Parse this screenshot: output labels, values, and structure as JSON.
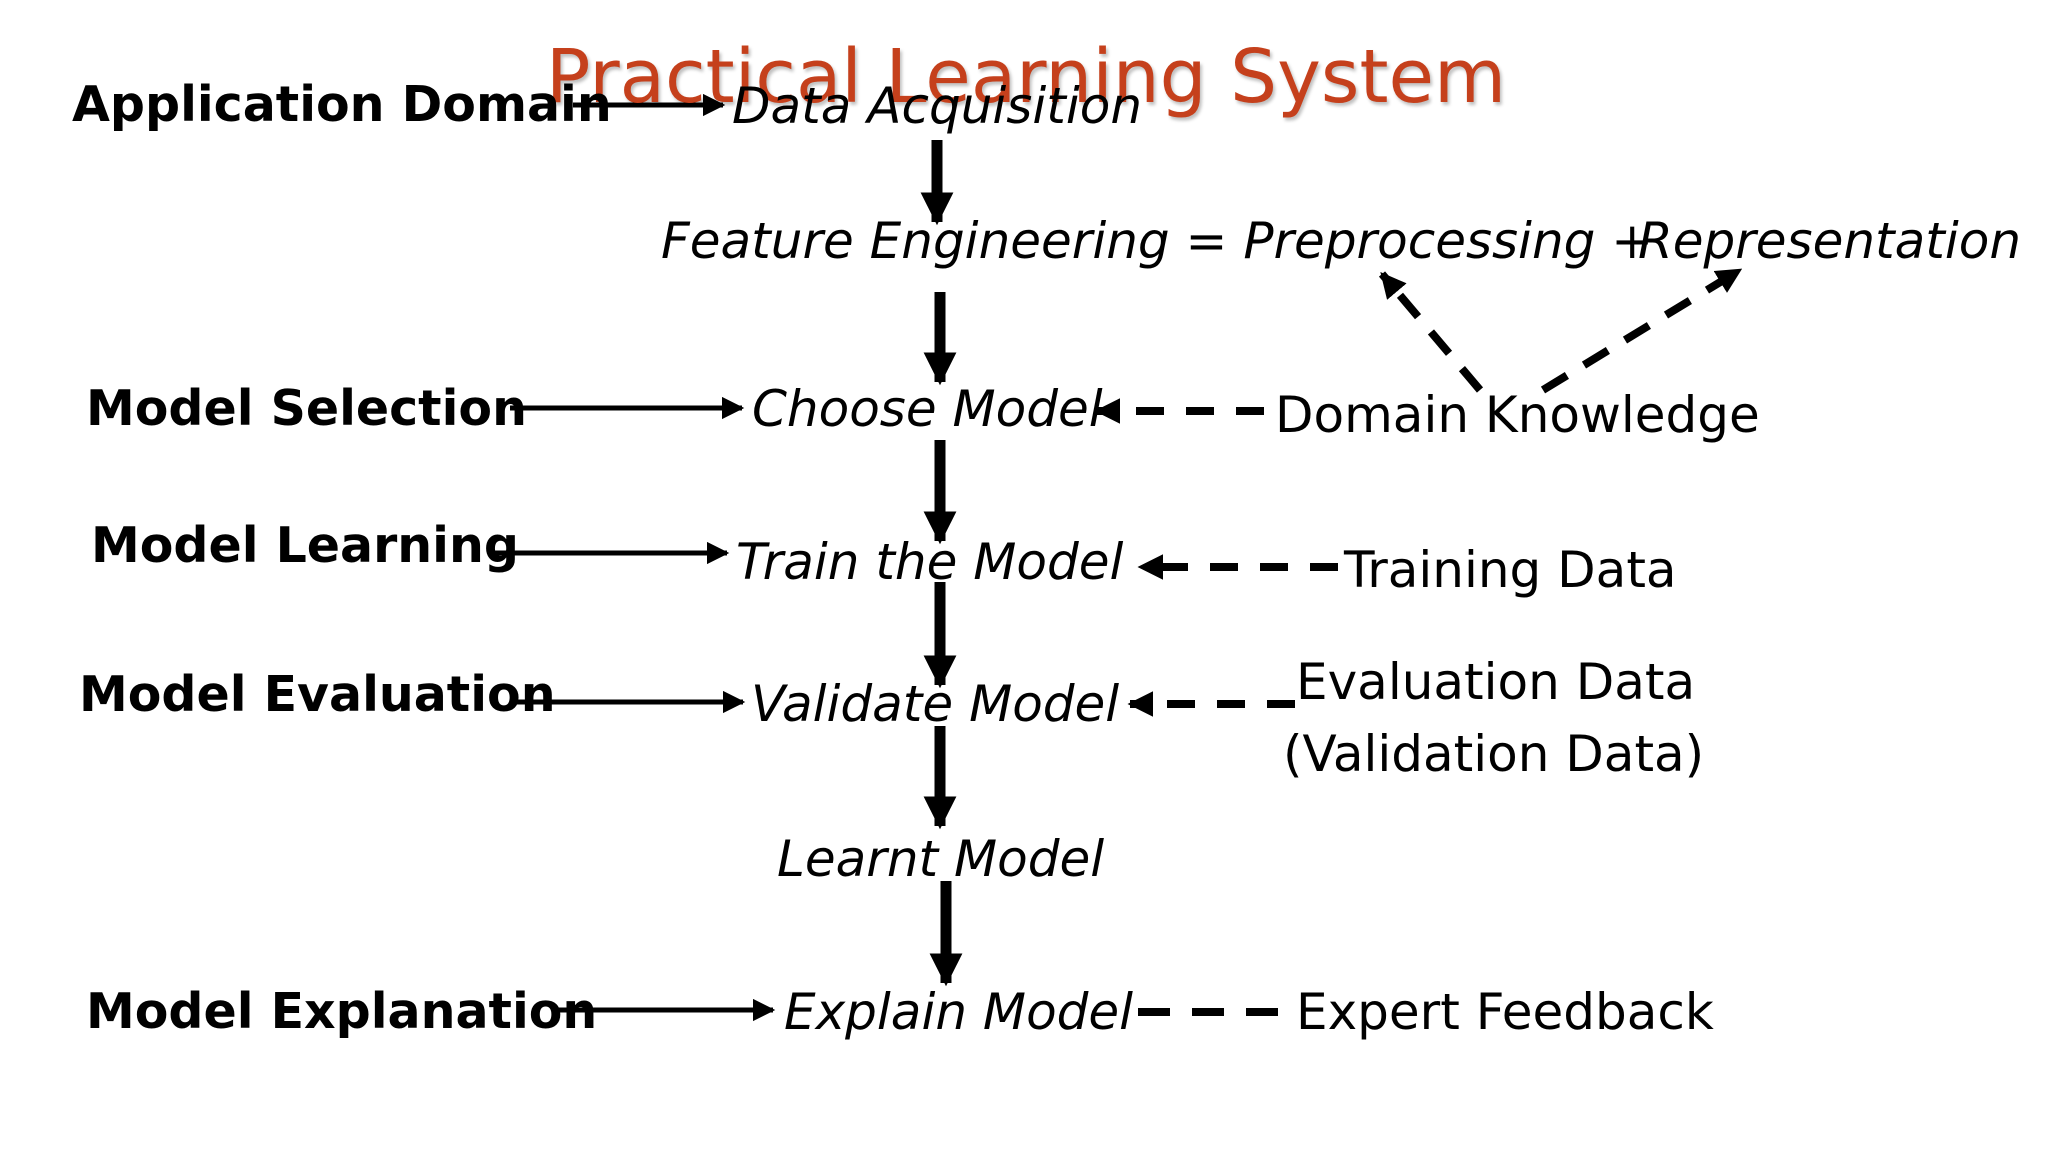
{
  "title": "Practical Learning System",
  "colors": {
    "title": "#c5401c",
    "text": "#000000",
    "background": "#ffffff"
  },
  "stages": {
    "application_domain": "Application Domain",
    "model_selection": "Model Selection",
    "model_learning": "Model Learning",
    "model_evaluation": "Model Evaluation",
    "model_explanation": "Model Explanation"
  },
  "steps": {
    "data_acquisition": "Data Acquisition",
    "feature_engineering": "Feature Engineering = Preprocessing +",
    "representation": "Representation",
    "choose_model": "Choose Model",
    "train_model": "Train the Model",
    "validate_model": "Validate Model",
    "learnt_model": "Learnt Model",
    "explain_model": "Explain Model"
  },
  "inputs": {
    "domain_knowledge": "Domain Knowledge",
    "training_data": "Training Data",
    "evaluation_data": "Evaluation Data",
    "validation_data": "(Validation Data)",
    "expert_feedback": "Expert Feedback"
  }
}
